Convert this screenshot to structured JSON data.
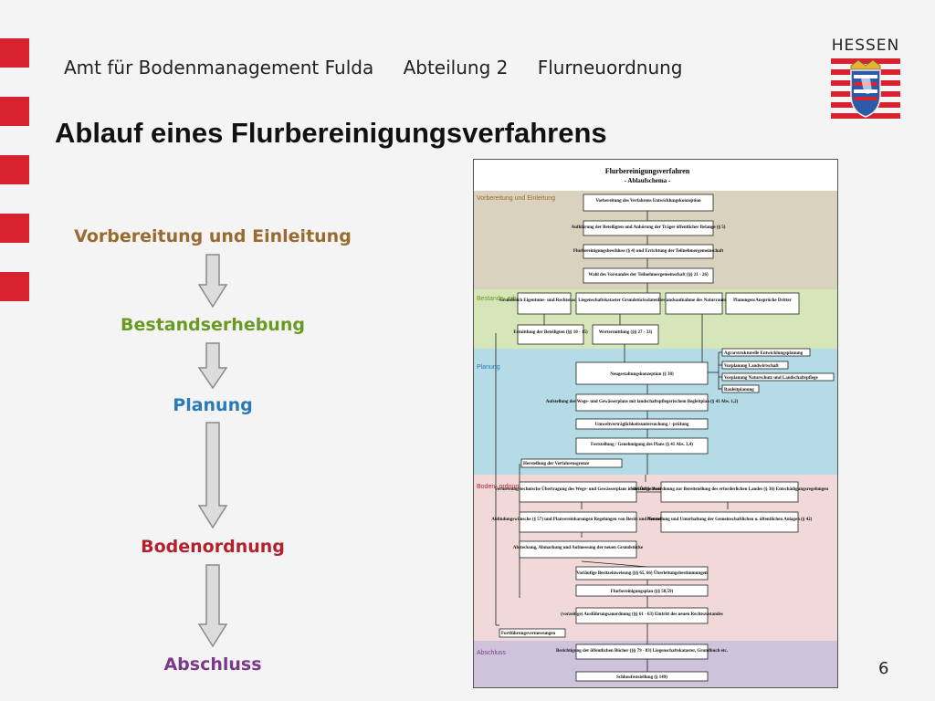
{
  "header": {
    "org": "Amt für Bodenmanagement Fulda",
    "department": "Abteilung 2",
    "section": "Flurneuordnung"
  },
  "brand": {
    "name": "HESSEN"
  },
  "slide": {
    "title": "Ablauf eines Flurbereinigungsverfahrens",
    "page_number": "6"
  },
  "phases": [
    {
      "label": "Vorbereitung und Einleitung",
      "color": "#9a6a2e"
    },
    {
      "label": "Bestandserhebung",
      "color": "#6a9a24"
    },
    {
      "label": "Planung",
      "color": "#2a7ab8"
    },
    {
      "label": "Bodenordnung",
      "color": "#b3222c"
    },
    {
      "label": "Abschluss",
      "color": "#7a3a8a"
    }
  ],
  "schema": {
    "title": "Flurbereinigungsverfahren",
    "subtitle": "- Ablaufschema -",
    "zones": [
      {
        "label": "Vorbereitung und Einleitung",
        "color": "#d9d2bf"
      },
      {
        "label": "Bestands- erhebung",
        "color": "#d7e6b8"
      },
      {
        "label": "Planung",
        "color": "#b4dbe6"
      },
      {
        "label": "Boden- ordnung",
        "color": "#f1d9d9"
      },
      {
        "label": "Abschluss",
        "color": "#cfc3dc"
      }
    ],
    "boxes": [
      "Vorbereitung des Verfahrens Entwicklungskonzeption",
      "Aufklärung der Beteiligten und Anhörung der Träger öffentlicher Belange (§ 5)",
      "Flurbereinigungsbeschluss (§ 4) und Errichtung der Teilnehmergemeinschaft",
      "Wahl des Vorstandes der Teilnehmergemeinschaft (§§ 21 - 26)",
      "Grundbuch Eigentums- und Rechtsnachweise",
      "Liegenschaftskataster Grundstücksdaten",
      "Bestandsaufnahme des Naturraumes",
      "Planungen/Ansprüche Dritter",
      "Ermittlung der Beteiligten (§§ 10 - 15)",
      "Wertermittlung (§§ 27 - 33)",
      "Agrarstrukturelle Entwicklungsplanung",
      "Vorplanung Landwirtschaft",
      "Vorplanung Naturschutz und Landschaftspflege",
      "Bauleitplanung",
      "Neugestaltungskonzeption (§ 38)",
      "Aufstellung des Wege- und Gewässerplans mit landschaftspflegerischem Begleitplan (§ 41 Abs. 1,2)",
      "Umweltverträglichkeitsuntersuchung / -prüfung",
      "Feststellung / Genehmigung des Plans (§ 41 Abs. 3,4)",
      "Herstellung der Verfahrensgrenze",
      "Vermessungstechnische Übertragung des Wege- und Gewässerplans in die Örtlichkeit",
      "Vorläufige Anordnung zur Bereitstellung des erforderlichen Landes (§ 36) Entschädigungsregelungen",
      "Abfindungswünsche (§ 57) und Planvereinbarungen Regelungen von Besitz und Nutzung",
      "Herstellung und Unterhaltung der Gemeinschaftlichen u. öffentlichen Anlagen (§ 42)",
      "Absteckung, Abmarkung und Aufmessung der neuen Grundstücke",
      "Vorläufige Besitzeinweisung (§§ 65, 66) Überleitungsbestimmungen",
      "Flurbereinigungsplan (§§ 58,59)",
      "(vorzeitige) Ausführungsanordnung (§§ 61 - 63) Eintritt des neuen Rechtszustandes",
      "Fortführungsvermessungen",
      "Berichtigung der öffentlichen Bücher (§§ 79 - 83) Liegenschaftskataster, Grundbuch etc.",
      "Schlussfeststellung (§ 149)"
    ]
  }
}
